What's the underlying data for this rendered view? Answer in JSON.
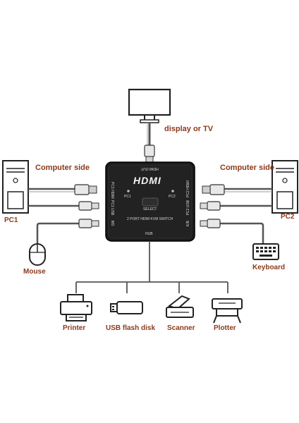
{
  "labels": {
    "display": "display or TV",
    "computer_left": "Computer side",
    "computer_right": "Computer side",
    "pc1": "PC1",
    "pc2": "PC2",
    "mouse": "Mouse",
    "keyboard": "Keyboard",
    "printer": "Printer",
    "usb_flash": "USB flash disk",
    "scanner": "Scanner",
    "plotter": "Plotter"
  },
  "device": {
    "logo": "HDMI",
    "hdmi_out": "HDMI OUT",
    "pc1_hdmi": "PC1 HDMI",
    "pc1_usb": "PC1 USB",
    "ms": "MS",
    "pc2_hdmi": "PC2 HDMI",
    "pc2_usb": "PC2 USB",
    "kb": "K/B",
    "led_pc1": "PC1",
    "led_pc2": "PC2",
    "select": "SELECT",
    "model": "2 PORT HDMI KVM SWITCH",
    "hub": "HUB"
  },
  "colors": {
    "label": "#8a3a1c",
    "cable": "#555555",
    "device_body": "#1c1c1c",
    "icon_stroke": "#222222"
  },
  "icons": [
    "monitor-icon",
    "tower-pc-icon",
    "mouse-icon",
    "keyboard-icon",
    "printer-icon",
    "usb-flash-icon",
    "scanner-icon",
    "plotter-icon",
    "hdmi-plug-icon",
    "usb-plug-icon"
  ]
}
